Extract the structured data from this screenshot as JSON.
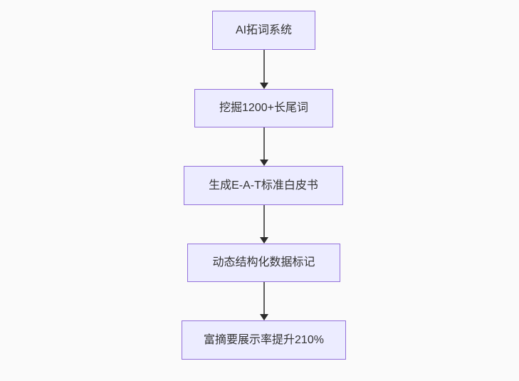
{
  "diagram": {
    "type": "flowchart",
    "direction": "top-down",
    "nodes": [
      {
        "id": "node-1",
        "label": "AI拓词系统"
      },
      {
        "id": "node-2",
        "label": "挖掘1200+长尾词"
      },
      {
        "id": "node-3",
        "label": "生成E-A-T标准白皮书"
      },
      {
        "id": "node-4",
        "label": "动态结构化数据标记"
      },
      {
        "id": "node-5",
        "label": "富摘要展示率提升210%"
      }
    ],
    "edges": [
      {
        "from": "node-1",
        "to": "node-2"
      },
      {
        "from": "node-2",
        "to": "node-3"
      },
      {
        "from": "node-3",
        "to": "node-4"
      },
      {
        "from": "node-4",
        "to": "node-5"
      }
    ],
    "colors": {
      "background": "#fafafa",
      "node_fill": "#ECECFF",
      "node_border": "#9370DB",
      "node_text": "#333333",
      "arrow_line": "#5f5f5f",
      "arrow_head": "#2b2b2b"
    }
  }
}
